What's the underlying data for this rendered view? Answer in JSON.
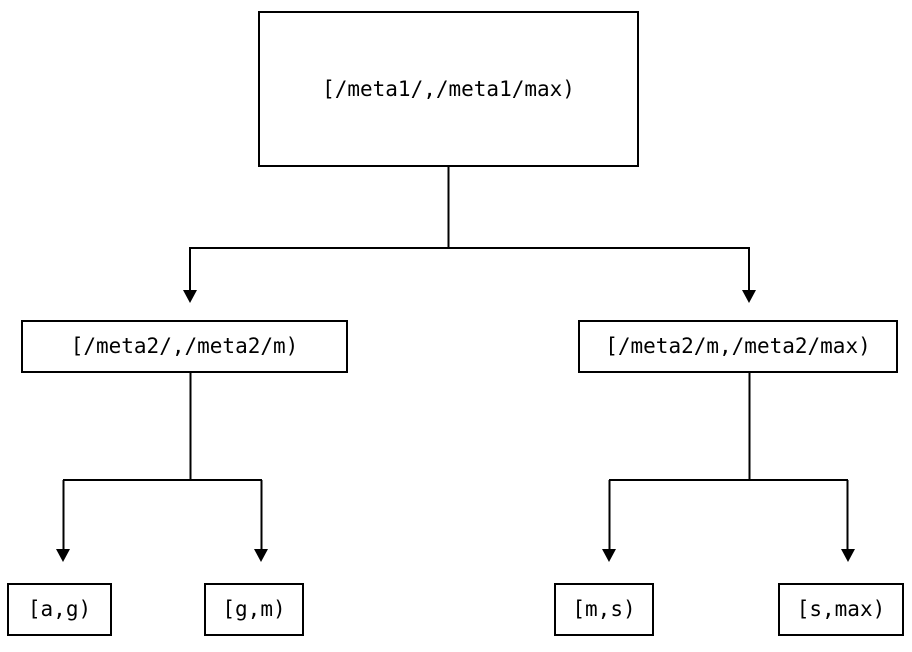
{
  "diagram": {
    "type": "tree",
    "orientation": "top-down",
    "background_color": "#ffffff",
    "line_color": "#000000",
    "box_border_color": "#000000",
    "text_color": "#000000",
    "arrowhead": "filled-triangle-down",
    "levels": 3,
    "nodes": {
      "root": {
        "label": "[/meta1/,/meta1/max)",
        "level": 0
      },
      "mid_left": {
        "label": "[/meta2/,/meta2/m)",
        "level": 1
      },
      "mid_right": {
        "label": "[/meta2/m,/meta2/max)",
        "level": 1
      },
      "leaf_1": {
        "label": "[a,g)",
        "level": 2
      },
      "leaf_2": {
        "label": "[g,m)",
        "level": 2
      },
      "leaf_3": {
        "label": "[m,s)",
        "level": 2
      },
      "leaf_4": {
        "label": "[s,max)",
        "level": 2
      }
    },
    "edges": [
      {
        "from": "root",
        "to": "mid_left"
      },
      {
        "from": "root",
        "to": "mid_right"
      },
      {
        "from": "mid_left",
        "to": "leaf_1"
      },
      {
        "from": "mid_left",
        "to": "leaf_2"
      },
      {
        "from": "mid_right",
        "to": "leaf_3"
      },
      {
        "from": "mid_right",
        "to": "leaf_4"
      }
    ]
  }
}
